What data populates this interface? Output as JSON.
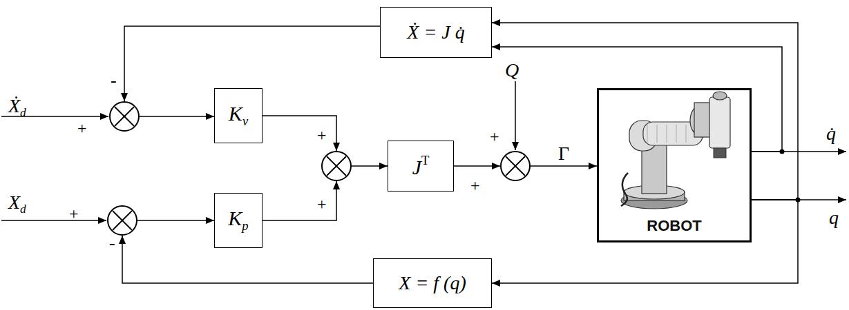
{
  "diagram": {
    "nodes": [
      {
        "text": [
          "Ẋ = J q̇"
        ]
      },
      {
        "text": []
      },
      {
        "text": [
          "Kv"
        ]
      },
      {
        "text": []
      },
      {
        "text": [
          "JT"
        ]
      },
      {
        "text": []
      },
      {
        "text": [
          "ROBOT"
        ]
      },
      {
        "text": []
      },
      {
        "text": [
          "Kp"
        ]
      },
      {
        "text": [
          "X = f (q)"
        ]
      }
    ],
    "edges": [
      {
        "from": 1,
        "to": 2,
        "arrow": "to"
      },
      {
        "from": 2,
        "to": 3,
        "arrow": "to"
      },
      {
        "from": 7,
        "to": 8,
        "arrow": "to"
      },
      {
        "from": 8,
        "to": 3,
        "arrow": "to"
      },
      {
        "from": 3,
        "to": 4,
        "arrow": "to"
      },
      {
        "from": 4,
        "to": 5,
        "arrow": "to"
      },
      {
        "from": 5,
        "to": 6,
        "label": "Γ",
        "arrow": "to"
      },
      {
        "from": 6,
        "to": 0,
        "arrow": "to"
      },
      {
        "from": 6,
        "to": 0,
        "arrow": "to"
      },
      {
        "from": 0,
        "to": 1,
        "arrow": "to"
      },
      {
        "from": 6,
        "to": 9,
        "arrow": "to"
      },
      {
        "from": 9,
        "to": 7,
        "arrow": "to"
      }
    ],
    "labels": [
      "-",
      "Ẋd",
      "+",
      "Xd",
      "+",
      "-",
      "+",
      "+",
      "Q",
      "+",
      "+",
      "q̇",
      "q"
    ]
  }
}
